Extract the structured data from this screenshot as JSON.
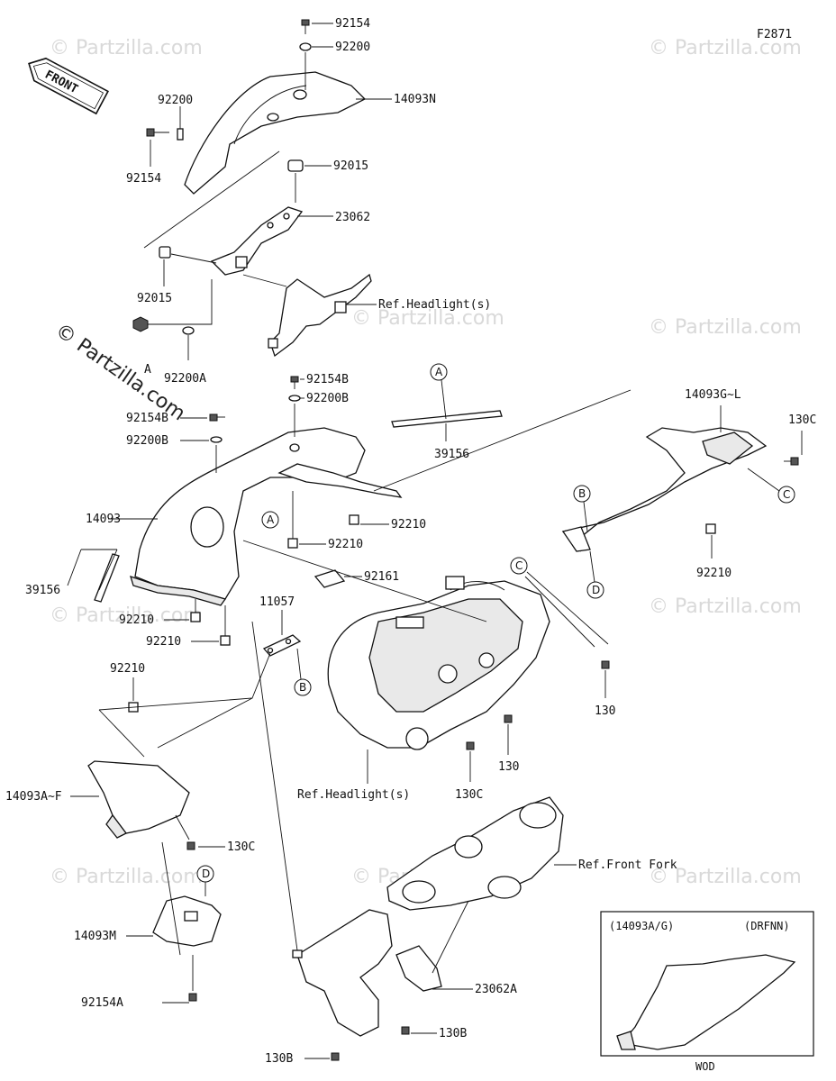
{
  "figure_id": "F2871",
  "front_label": "FRONT",
  "watermarks": [
    "© Partzilla.com"
  ],
  "part_labels": {
    "p92154_top": "92154",
    "p92200_top": "92200",
    "p14093N": "14093N",
    "p92200_left": "92200",
    "p92154_left": "92154",
    "p92015_right": "92015",
    "p23062": "23062",
    "p92015_left": "92015",
    "ref_headlight_upper": "Ref.Headlight(s)",
    "p92200A": "92200A",
    "p92154B_upper": "92154B",
    "p92200B_upper": "92200B",
    "p92154B_left": "92154B",
    "p92200B_left": "92200B",
    "p39156_right": "39156",
    "p14093G_L": "14093G~L",
    "p130C_right": "130C",
    "p14093": "14093",
    "p92210_a": "92210",
    "p92210_b": "92210",
    "p92161": "92161",
    "p92210_right": "92210",
    "p39156_left": "39156",
    "p92210_c": "92210",
    "p92210_d": "92210",
    "p11057": "11057",
    "p130_a": "130",
    "p130_b": "130",
    "p130C_mid": "130C",
    "p92210_e": "92210",
    "ref_headlight_lower": "Ref.Headlight(s)",
    "p14093A_F": "14093A~F",
    "p130C_left": "130C",
    "ref_front_fork": "Ref.Front Fork",
    "p14093M": "14093M",
    "p23062A": "23062A",
    "p92154A": "92154A",
    "p130B_right": "130B",
    "p130B_left": "130B"
  },
  "callouts": {
    "A1": "A",
    "A2": "A",
    "B1": "B",
    "B2": "B",
    "C1": "C",
    "C2": "C",
    "D1": "D",
    "D2": "D"
  },
  "inset": {
    "model_code": "(14093A/G)",
    "variant": "(DRFNN)",
    "caption": "WOD"
  }
}
